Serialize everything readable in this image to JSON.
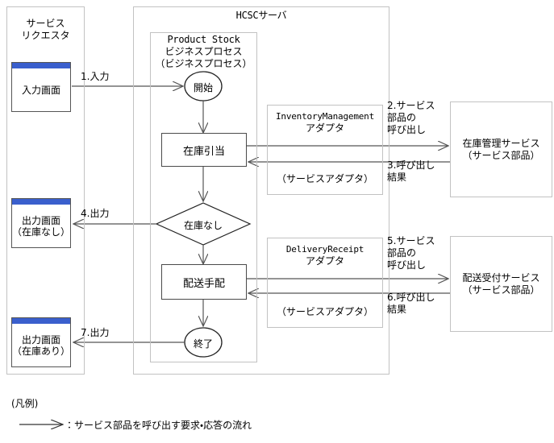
{
  "diagram": {
    "containers": {
      "requester": {
        "title": "サービス\nリクエスタ"
      },
      "hcsc_server": {
        "title": "HCSCサーバ"
      },
      "business_process": {
        "title_line1": "Product Stock",
        "title_line2": "ビジネスプロセス",
        "title_line3": "（ビジネスプロセス）"
      }
    },
    "screens": [
      {
        "id": "input",
        "label_line1": "入力画面",
        "label_line2": ""
      },
      {
        "id": "output_nostock",
        "label_line1": "出力画面",
        "label_line2": "（在庫なし）"
      },
      {
        "id": "output_instock",
        "label_line1": "出力画面",
        "label_line2": "（在庫あり）"
      }
    ],
    "flow_nodes": [
      {
        "id": "start",
        "shape": "ellipse",
        "label": "開始"
      },
      {
        "id": "allocate",
        "shape": "rect",
        "label": "在庫引当"
      },
      {
        "id": "nostock",
        "shape": "diamond",
        "label": "在庫なし"
      },
      {
        "id": "delivery",
        "shape": "rect",
        "label": "配送手配"
      },
      {
        "id": "end",
        "shape": "ellipse",
        "label": "終了"
      }
    ],
    "adapters": [
      {
        "id": "inventory_management",
        "name_line1": "InventoryManagement",
        "name_line2": "アダプタ",
        "sub": "（サービスアダプタ）"
      },
      {
        "id": "delivery_receipt",
        "name_line1": "DeliveryReceipt",
        "name_line2": "アダプタ",
        "sub": "（サービスアダプタ）"
      }
    ],
    "services": [
      {
        "id": "inventory_service",
        "line1": "在庫管理サービス",
        "line2": "（サービス部品）"
      },
      {
        "id": "delivery_service",
        "line1": "配送受付サービス",
        "line2": "（サービス部品）"
      }
    ],
    "edge_labels": [
      {
        "id": "e1",
        "text": "1.入力"
      },
      {
        "id": "e2",
        "text": "2.サービス\n部品の\n呼び出し"
      },
      {
        "id": "e3",
        "text": "3.呼び出し\n結果"
      },
      {
        "id": "e4",
        "text": "4.出力"
      },
      {
        "id": "e5",
        "text": "5.サービス\n部品の\n呼び出し"
      },
      {
        "id": "e6",
        "text": "6.呼び出し\n結果"
      },
      {
        "id": "e7",
        "text": "7.出力"
      }
    ],
    "legend": {
      "title": "(凡例)",
      "entry": "：サービス部品を呼び出す要求・応答の流れ"
    },
    "colors": {
      "title_bar_blue": "#3a5fcd",
      "container_border": "#c2c2c2",
      "node_border": "#4a4a4a",
      "line": "#555555",
      "background": "#ffffff"
    }
  }
}
